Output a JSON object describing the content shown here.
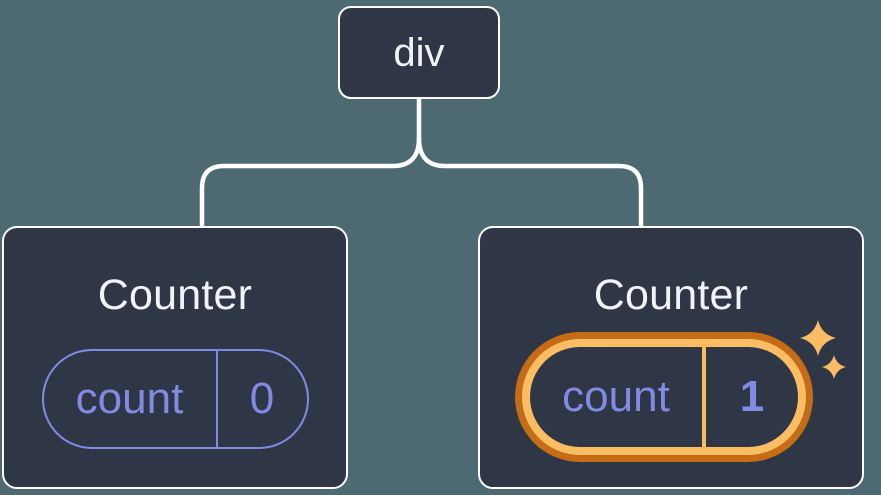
{
  "diagram": {
    "root": {
      "label": "div"
    },
    "children": [
      {
        "title": "Counter",
        "state": {
          "key": "count",
          "value": "0"
        },
        "highlighted": false
      },
      {
        "title": "Counter",
        "state": {
          "key": "count",
          "value": "1"
        },
        "highlighted": true,
        "badge_icon": "sparkles-icon"
      }
    ]
  },
  "colors": {
    "background": "#4d6972",
    "card_bg": "#2f3645",
    "card_border": "#ffffff",
    "connector": "#ffffff",
    "accent_purple": "#828be4",
    "orange_dark": "#c46c16",
    "orange_light": "#fabd63",
    "title_text": "#f2f3f5"
  }
}
